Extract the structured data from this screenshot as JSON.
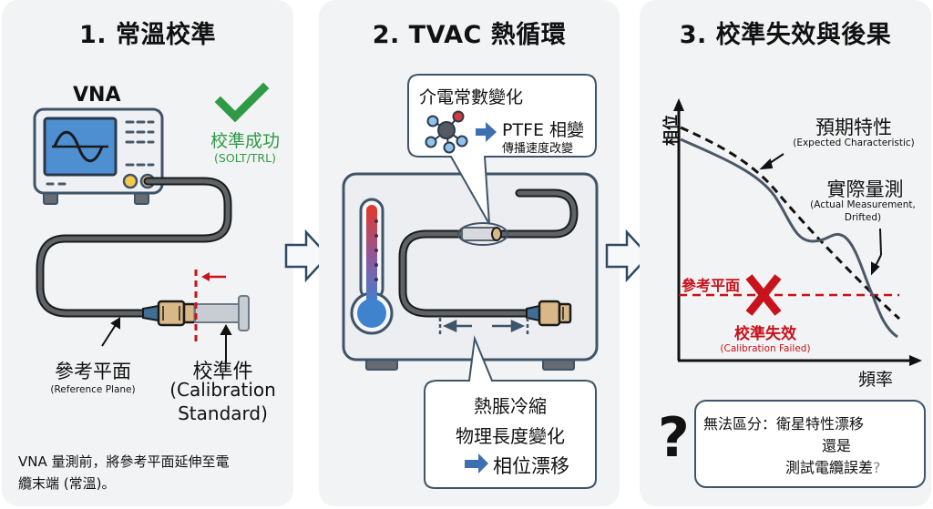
{
  "colors": {
    "panel_bg": "#f2f3f4",
    "outline": "#3f5468",
    "screen_blue": "#4d8fd1",
    "success_green": "#2f9a46",
    "failure_red": "#c8121c",
    "connector_gold": "#d8b887",
    "cable_gray": "#55595e",
    "accent_blue": "#3e6fb0"
  },
  "panels": [
    {
      "title": "1. 常溫校準",
      "device_label": "VNA",
      "success_icon": "checkmark-icon",
      "success_label": "校準成功",
      "success_sub": "(SOLT/TRL)",
      "ref_plane_label": "參考平面",
      "ref_plane_sub": "(Reference Plane)",
      "cal_std_label": "校準件",
      "cal_std_sub_1": "(Calibration",
      "cal_std_sub_2": "Standard)",
      "caption_1": "VNA 量測前，將參考平面延伸至電",
      "caption_2": "纜末端 (常溫)。"
    },
    {
      "title": "2. TVAC 熱循環",
      "callout_top_title": "介電常數變化",
      "callout_top_main": "PTFE 相變",
      "callout_top_sub": "傳播速度改變",
      "molecule_icon": "molecule-icon",
      "thermometer_icon": "thermometer-icon",
      "callout_bottom_1": "熱脹冷縮",
      "callout_bottom_2": "物理長度變化",
      "callout_bottom_3": "相位漂移"
    },
    {
      "title": "3. 校準失效與後果",
      "y_axis_label": "相位",
      "x_axis_label": "頻率",
      "expected_label": "預期特性",
      "expected_sub": "(Expected Characteristic)",
      "actual_label": "實際量測",
      "actual_sub_1": "(Actual Measurement,",
      "actual_sub_2": "Drifted)",
      "ref_plane_label": "參考平面",
      "fail_icon": "cross-icon",
      "fail_label": "校準失效",
      "fail_sub": "(Calibration Failed)",
      "question_mark": "?",
      "question_1": "無法區分：衛星特性漂移",
      "question_2": "還是",
      "question_3": "測試電纜誤差",
      "question_end": "?"
    }
  ],
  "flow_arrows": [
    "right-arrow-icon",
    "right-arrow-icon"
  ]
}
